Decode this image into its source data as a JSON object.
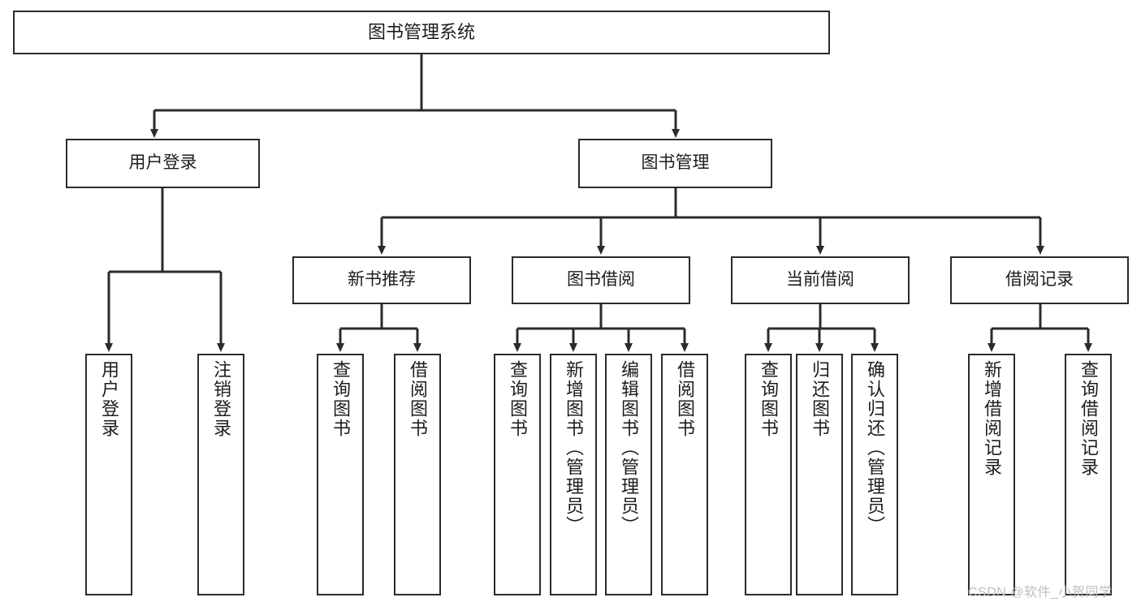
{
  "diagram": {
    "type": "tree-hierarchy-chart",
    "title": "图书管理系统",
    "edge_color": "#2b2b2b",
    "box_border_color": "#2b2b2b",
    "box_fill_color": "#ffffff",
    "text_color": "#1d1d1d",
    "levels": {
      "root": {
        "label": "图书管理系统"
      },
      "level2": [
        {
          "label": "用户登录"
        },
        {
          "label": "图书管理"
        }
      ],
      "level3": [
        {
          "label": "新书推荐"
        },
        {
          "label": "图书借阅"
        },
        {
          "label": "当前借阅"
        },
        {
          "label": "借阅记录"
        }
      ],
      "leaves": {
        "user_login": [
          {
            "label": "用户登录"
          },
          {
            "label": "注销登录"
          }
        ],
        "new_book_recommend": [
          {
            "label": "查询图书"
          },
          {
            "label": "借阅图书"
          }
        ],
        "book_borrow": [
          {
            "label": "查询图书"
          },
          {
            "label": "新增图书（管理员）"
          },
          {
            "label": "编辑图书（管理员）"
          },
          {
            "label": "借阅图书"
          }
        ],
        "current_borrow": [
          {
            "label": "查询图书"
          },
          {
            "label": "归还图书"
          },
          {
            "label": "确认归还（管理员）"
          }
        ],
        "borrow_record": [
          {
            "label": "新增借阅记录"
          },
          {
            "label": "查询借阅记录"
          }
        ]
      }
    }
  },
  "watermark": {
    "text": "CSDN @软件_小贺同学",
    "color": "#bdbdbd"
  }
}
